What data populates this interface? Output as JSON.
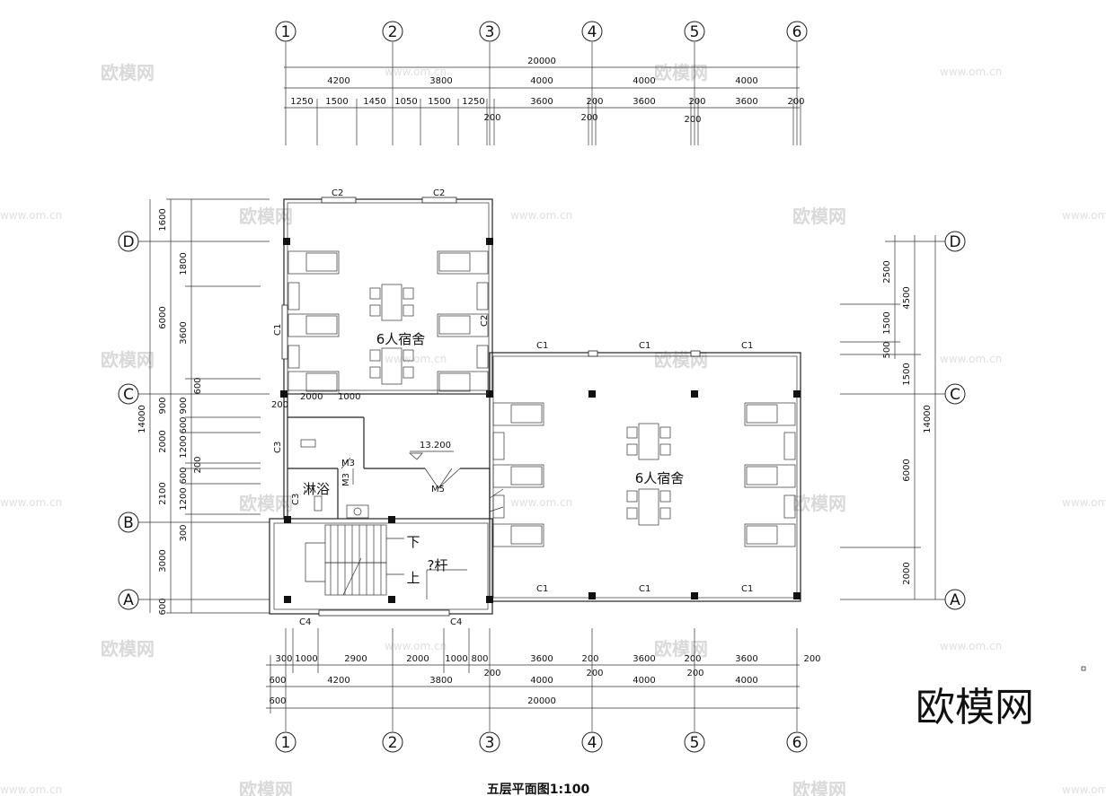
{
  "drawing_title": "五层平面图1:100",
  "watermark": "欧模网",
  "watermark_url": "www.om.cn",
  "elevation": "13.200",
  "axes": {
    "top": [
      "1",
      "2",
      "3",
      "4",
      "5",
      "6"
    ],
    "bottom": [
      "1",
      "2",
      "3",
      "4",
      "5",
      "6"
    ],
    "left": [
      "D",
      "C",
      "B",
      "A"
    ],
    "right": [
      "D",
      "C",
      "A"
    ]
  },
  "rooms": {
    "room_1": "6人宿舍",
    "room_2": "6人宿舍",
    "shower": "淋浴",
    "stair_down": "下",
    "stair_up": "上",
    "railing": "?杆"
  },
  "labels": {
    "c1": "C1",
    "c2": "C2",
    "c3": "C3",
    "c4": "C4",
    "m3": "M3",
    "m5": "M5"
  },
  "dims": {
    "top_total": "20000",
    "top_row1": [
      "4200",
      "3800",
      "4000",
      "4000",
      "4000"
    ],
    "top_row2": [
      "1250",
      "1500",
      "1450",
      "1050",
      "1500",
      "1250",
      "3600",
      "200",
      "3600",
      "200",
      "3600",
      "200"
    ],
    "top_row2_extra": [
      "200",
      "200",
      "200"
    ],
    "bottom_row1": [
      "300",
      "1000",
      "2900",
      "2000",
      "1000",
      "800",
      "3600",
      "200",
      "3600",
      "200",
      "3600",
      "200"
    ],
    "bottom_row1_extra": [
      "200",
      "200",
      "200"
    ],
    "bottom_row2": [
      "600",
      "4200",
      "3800",
      "4000",
      "4000",
      "4000"
    ],
    "bottom_total": [
      "600",
      "20000"
    ],
    "left_outer": [
      "1600",
      "6000",
      "14000",
      "3000",
      "600"
    ],
    "left_mid": [
      "1800",
      "3600",
      "900",
      "2000",
      "2100",
      "300"
    ],
    "left_inner": [
      "600",
      "900",
      "1200",
      "600",
      "1200",
      "600",
      "200",
      "1200"
    ],
    "left_room": [
      "2000",
      "1000",
      "200"
    ],
    "right_outer": [
      "14000"
    ],
    "right_mid": [
      "4500",
      "1500",
      "6000",
      "2000"
    ],
    "right_inner": [
      "2500",
      "1500",
      "500"
    ]
  }
}
